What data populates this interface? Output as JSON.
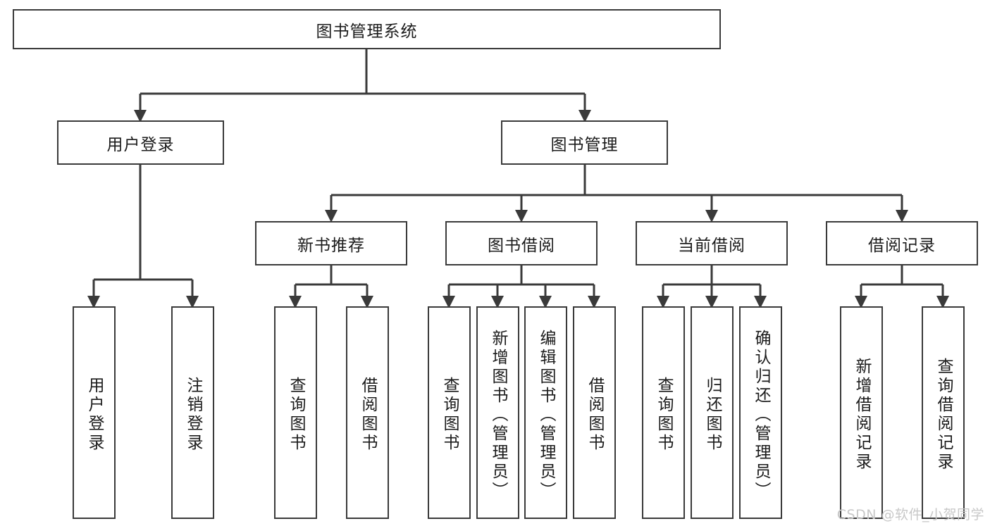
{
  "diagram": {
    "title": "图书管理系统",
    "root": {
      "label": "图书管理系统"
    },
    "level2": [
      {
        "label": "用户登录"
      },
      {
        "label": "图书管理"
      }
    ],
    "level3": [
      {
        "label": "新书推荐"
      },
      {
        "label": "图书借阅"
      },
      {
        "label": "当前借阅"
      },
      {
        "label": "借阅记录"
      }
    ],
    "leaves": {
      "user_login": [
        {
          "label": "用户登录"
        },
        {
          "label": "注销登录"
        }
      ],
      "new_book_recommend": [
        {
          "label": "查询图书"
        },
        {
          "label": "借阅图书"
        }
      ],
      "book_borrow": [
        {
          "label": "查询图书"
        },
        {
          "label": "新增图书（管理员）"
        },
        {
          "label": "编辑图书（管理员）"
        },
        {
          "label": "借阅图书"
        }
      ],
      "current_borrow": [
        {
          "label": "查询图书"
        },
        {
          "label": "归还图书"
        },
        {
          "label": "确认归还（管理员）"
        }
      ],
      "borrow_record": [
        {
          "label": "新增借阅记录"
        },
        {
          "label": "查询借阅记录"
        }
      ]
    }
  },
  "watermark": {
    "text": "CSDN @软件_小贺同学"
  },
  "colors": {
    "stroke": "#3a3a3a",
    "background": "#ffffff",
    "text": "#1b1b1b",
    "watermark": "#c8c8c8"
  }
}
